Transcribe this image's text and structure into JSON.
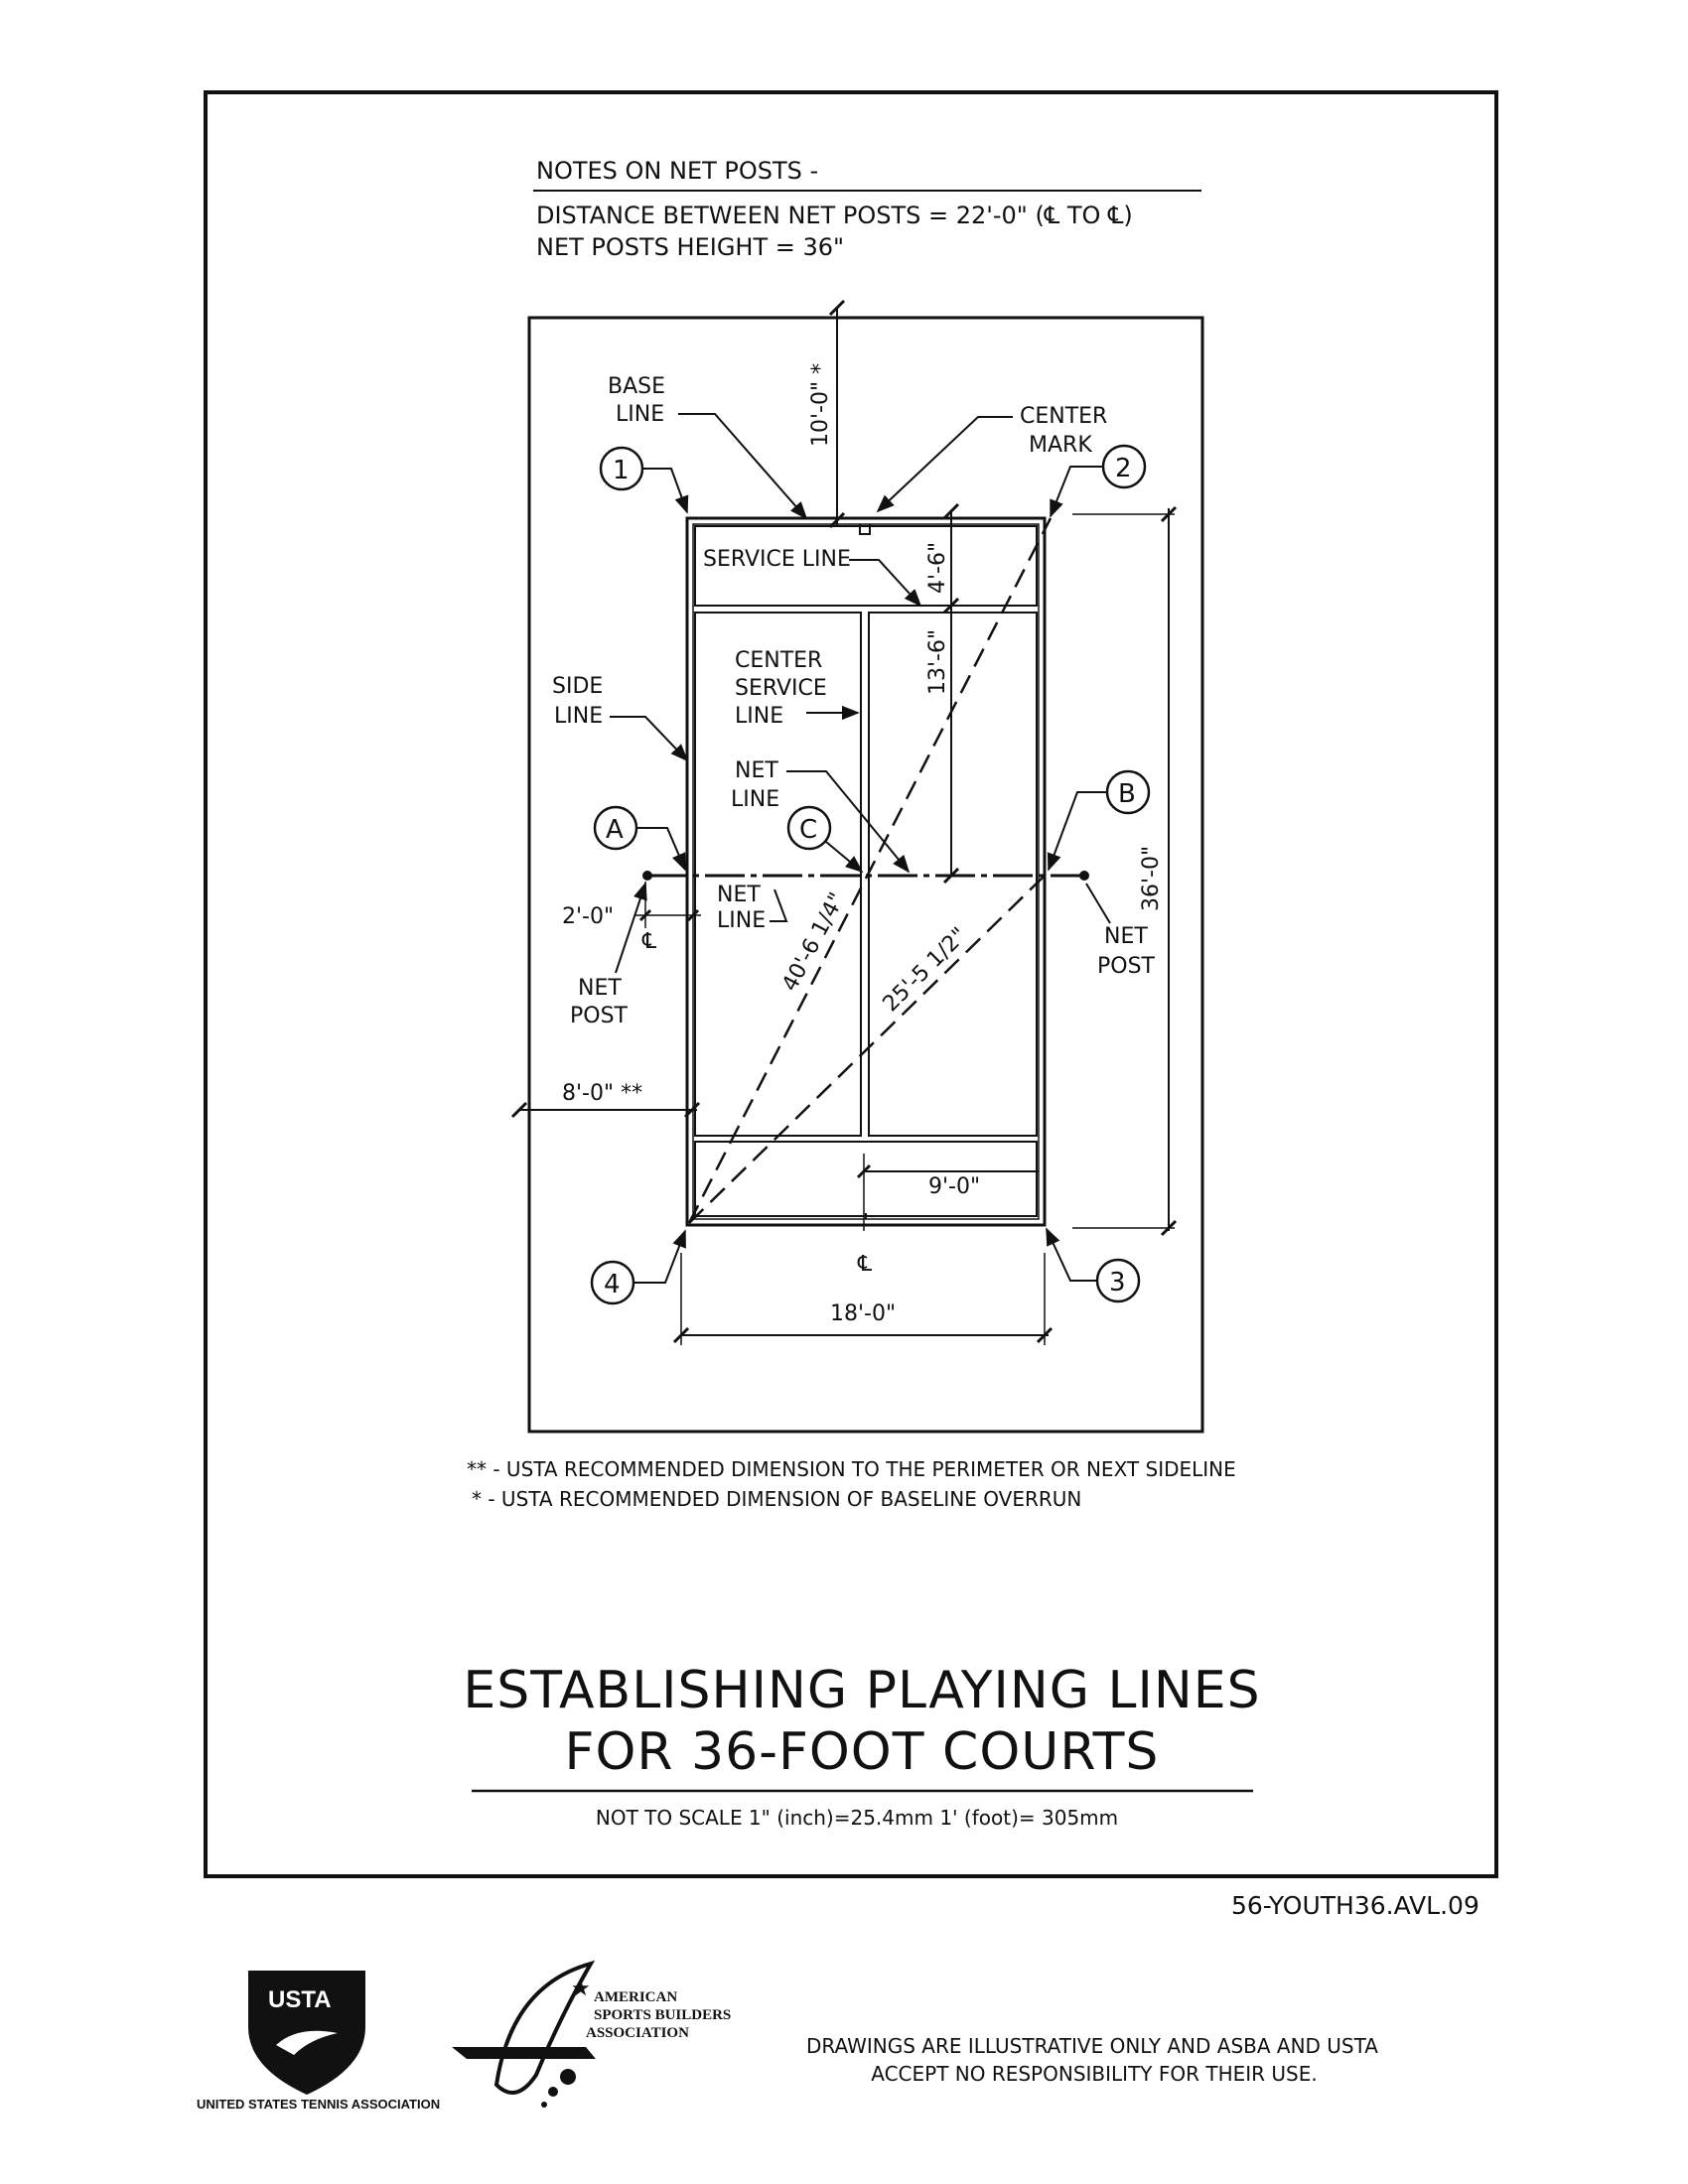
{
  "notes": {
    "heading": "NOTES ON NET POSTS -",
    "line1": "DISTANCE BETWEEN NET POSTS = 22'-0\" (℄ TO ℄)",
    "line2": "NET POSTS HEIGHT = 36\""
  },
  "labels": {
    "base_line_1": "BASE",
    "base_line_2": "LINE",
    "center_mark_1": "CENTER",
    "center_mark_2": "MARK",
    "service_line": "SERVICE LINE",
    "side_line_1": "SIDE",
    "side_line_2": "LINE",
    "center_service_1": "CENTER",
    "center_service_2": "SERVICE",
    "center_service_3": "LINE",
    "net_line_1": "NET",
    "net_line_2": "LINE",
    "net_line_b_1": "NET",
    "net_line_b_2": "LINE",
    "net_post_left_1": "NET",
    "net_post_left_2": "POST",
    "net_post_right_1": "NET",
    "net_post_right_2": "POST",
    "centerline_symbol": "℄"
  },
  "markers": {
    "m1": "1",
    "m2": "2",
    "m3": "3",
    "m4": "4",
    "mA": "A",
    "mB": "B",
    "mC": "C"
  },
  "dimensions": {
    "overrun": "10'-0\" *",
    "service_depth": "4'-6\"",
    "service_box": "13'-6\"",
    "court_length": "36'-0\"",
    "post_offset": "2'-0\"",
    "diag_long": "40'-6 1/4\"",
    "diag_short": "25'-5 1/2\"",
    "side_clearance": "8'-0\" **",
    "half_width": "9'-0\"",
    "court_width": "18'-0\""
  },
  "footnotes": {
    "double_star": "** - USTA RECOMMENDED DIMENSION TO THE PERIMETER OR NEXT SIDELINE",
    "single_star": "* - USTA RECOMMENDED DIMENSION OF BASELINE OVERRUN"
  },
  "title": {
    "line1": "ESTABLISHING PLAYING LINES",
    "line2": "FOR 36-FOOT COURTS",
    "scale": "NOT TO SCALE   1\" (inch)=25.4mm   1' (foot)= 305mm"
  },
  "drawing_id": "56-YOUTH36.AVL.09",
  "logos": {
    "usta_badge": "USTA",
    "usta_name": "UNITED STATES TENNIS ASSOCIATION",
    "asba_line1": "AMERICAN",
    "asba_line2": "SPORTS BUILDERS",
    "asba_line3": "ASSOCIATION"
  },
  "disclaimer": {
    "line1": "DRAWINGS ARE ILLUSTRATIVE ONLY AND ASBA AND USTA",
    "line2": "ACCEPT NO RESPONSIBILITY FOR THEIR USE."
  }
}
